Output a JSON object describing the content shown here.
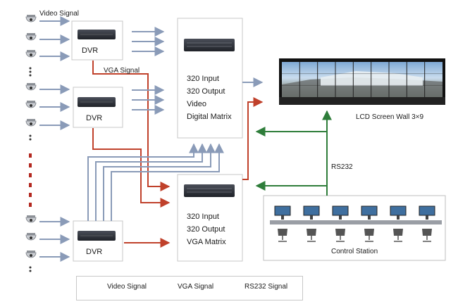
{
  "labels": {
    "video_signal": "Video Signal",
    "vga_signal": "VGA Signal",
    "rs232": "RS232",
    "dvr": "DVR",
    "video_matrix": [
      "320 Input",
      "320 Output",
      "Video",
      "Digital Matrix"
    ],
    "vga_matrix": [
      "320 Input",
      "320 Output",
      "VGA Matrix"
    ],
    "lcd_wall": "LCD Screen Wall  3×9",
    "control_station": "Control Station"
  },
  "legend": {
    "video": "Video Signal",
    "vga": "VGA Signal",
    "rs232": "RS232 Signal"
  },
  "colors": {
    "video": "#8a9bb8",
    "vga": "#c0412b",
    "rs232": "#2e7d3a"
  }
}
